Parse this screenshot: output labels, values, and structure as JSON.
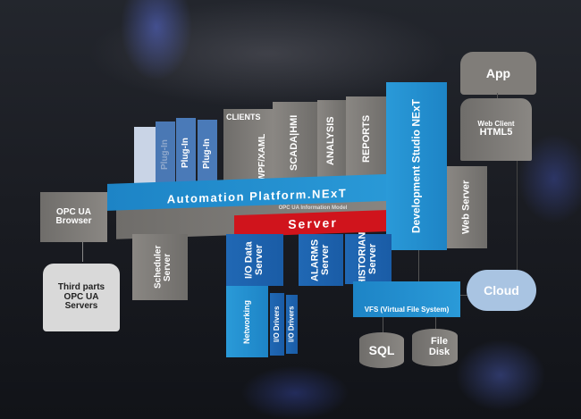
{
  "plugins": [
    "Plug-In",
    "Plug-In",
    "Plug-In"
  ],
  "clients": {
    "title": "CLIENTS",
    "items": [
      "WPF/XAML",
      "SCADA|HMI",
      "ANALYSIS",
      "REPORTS"
    ]
  },
  "platform": "Automation Platform.NExT",
  "info_model": "OPC UA Information Model",
  "server": "Server",
  "scheduler": "Scheduler Server",
  "dev_studio": "Development Studio NExT",
  "web_server": "Web Server",
  "app": "App",
  "web_client": {
    "line1": "Web Client",
    "line2": "HTML5"
  },
  "io_data": "I/O Data Server",
  "alarms": "ALARMS Server",
  "historian": "HISTORIAN Server",
  "networking": "Networking",
  "io_drivers": [
    "I/O Drivers",
    "I/O Drivers"
  ],
  "vfs": "VFS (Virtual File System)",
  "cloud": "Cloud",
  "sql": "SQL",
  "file_disk": "File Disk",
  "opc_browser": "OPC UA Browser",
  "third_parts": "Third parts OPC UA Servers",
  "colors": {
    "blue": "#1e8fd0",
    "red": "#d0141c",
    "gray": "#7a7874"
  }
}
